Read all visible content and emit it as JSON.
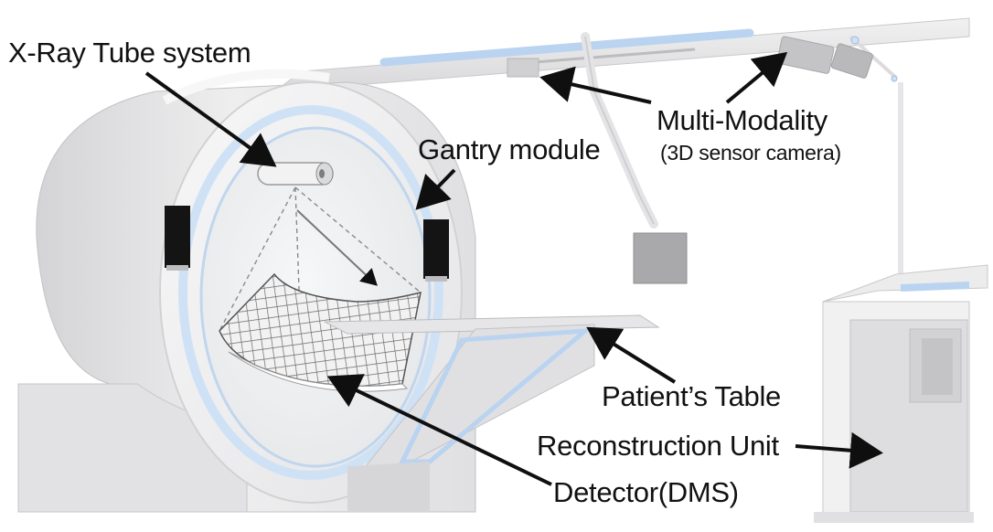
{
  "labels": {
    "xray_tube": "X-Ray Tube system",
    "gantry": "Gantry module",
    "multi_modality": "Multi-Modality",
    "sensor_camera": "(3D sensor camera)",
    "patient_table": "Patient’s Table",
    "reconstruction": "Reconstruction Unit",
    "detector": "Detector(DMS)"
  },
  "colors": {
    "body": "#e9e9ea",
    "body_shadow": "#cfcfd1",
    "bore_glow": "#cfe2f5",
    "accent_blue": "#b9d3f0",
    "dark_panel": "#141414",
    "arrow": "#0f0f0f"
  },
  "icons": {
    "arrowheads": "arrowhead-icon"
  }
}
